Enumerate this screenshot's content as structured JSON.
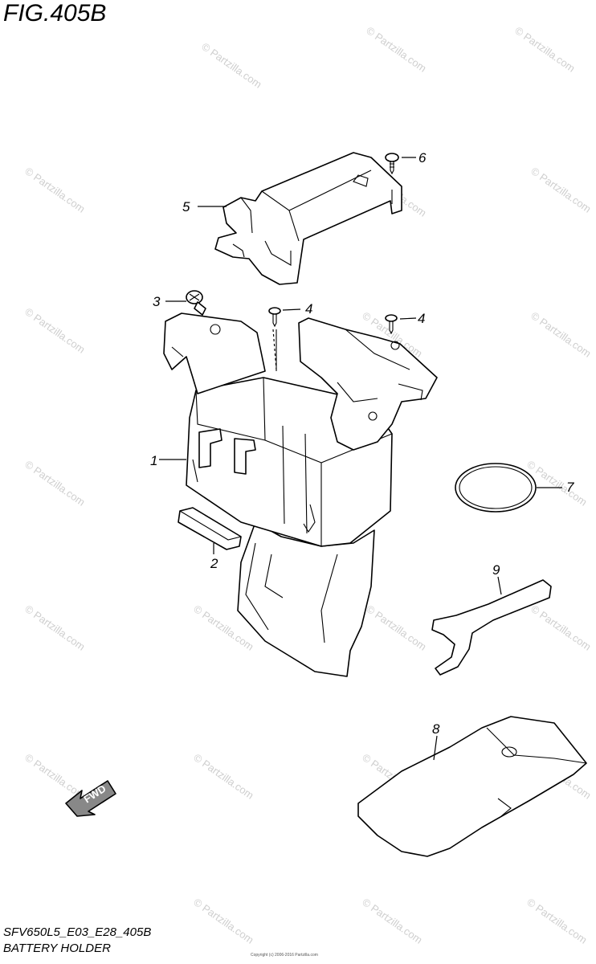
{
  "figure": {
    "title": "FIG.405B",
    "code": "SFV650L5_E03_E28_405B",
    "name": "BATTERY HOLDER",
    "fine_print": "Copyright (c) 2006-2016 Partzilla.com"
  },
  "watermark": "© Partzilla.com",
  "fwd_label": "FWD",
  "callouts": [
    "1",
    "2",
    "3",
    "4",
    "4",
    "5",
    "6",
    "7",
    "8",
    "9"
  ]
}
